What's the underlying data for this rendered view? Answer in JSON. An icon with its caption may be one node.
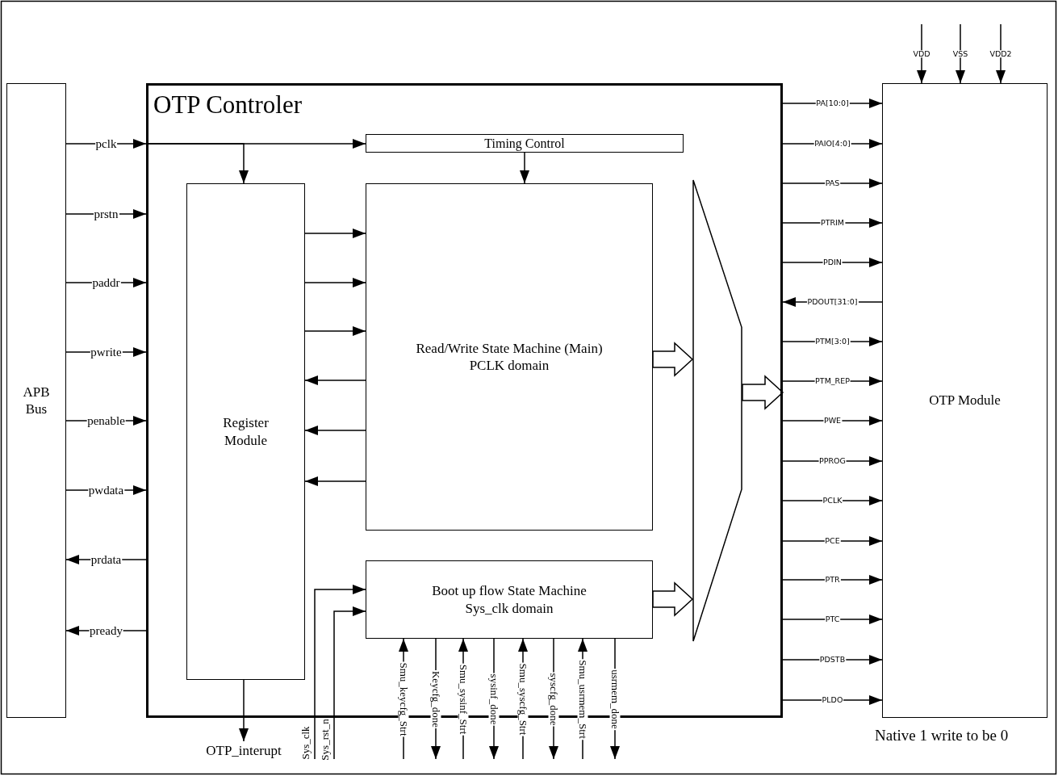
{
  "diagram": {
    "nodes": [
      {
        "text": [
          "APB Bus"
        ]
      },
      {
        "text": [
          "OTP Controler"
        ]
      },
      {
        "text": [
          "Timing Control"
        ],
        "in": 1
      },
      {
        "text": [
          "Register Module"
        ],
        "in": 1
      },
      {
        "text": [
          "Read/Write State Machine (Main) PCLK domain"
        ],
        "in": 1
      },
      {
        "text": [
          "Boot up flow State Machine Sys_clk domain"
        ],
        "in": 1
      },
      {
        "text": [],
        "shape": "trapezoid",
        "in": 1
      },
      {
        "text": [
          "OTP Module"
        ],
        "beside": [
          "Native 1 write to be 0"
        ]
      },
      {
        "text": [
          "OTP_interupt"
        ]
      }
    ],
    "edges": [
      {
        "from": 0,
        "to": 1,
        "arrow": "to",
        "label": "pclk"
      },
      {
        "from": 0,
        "to": 1,
        "arrow": "to",
        "label": "prstn"
      },
      {
        "from": 0,
        "to": 1,
        "arrow": "to",
        "label": "paddr"
      },
      {
        "from": 0,
        "to": 1,
        "arrow": "to",
        "label": "pwrite"
      },
      {
        "from": 0,
        "to": 1,
        "arrow": "to",
        "label": "penable"
      },
      {
        "from": 0,
        "to": 1,
        "arrow": "to",
        "label": "pwdata"
      },
      {
        "from": 1,
        "to": 0,
        "arrow": "to",
        "label": "prdata"
      },
      {
        "from": 1,
        "to": 0,
        "arrow": "to",
        "label": "pready"
      },
      {
        "from": 1,
        "to": 2,
        "arrow": "to"
      },
      {
        "from": 1,
        "to": 3,
        "arrow": "to"
      },
      {
        "from": 2,
        "to": 4,
        "arrow": "to"
      },
      {
        "from": 3,
        "to": 4,
        "arrow": "to"
      },
      {
        "from": 3,
        "to": 4,
        "arrow": "to"
      },
      {
        "from": 3,
        "to": 4,
        "arrow": "to"
      },
      {
        "from": 4,
        "to": 3,
        "arrow": "to"
      },
      {
        "from": 4,
        "to": 3,
        "arrow": "to"
      },
      {
        "from": 4,
        "to": 3,
        "arrow": "to"
      },
      {
        "from": 3,
        "to": 8,
        "arrow": "to"
      },
      {
        "from": null,
        "to": 5,
        "arrow": "to",
        "label": "Sys_clk"
      },
      {
        "from": null,
        "to": 5,
        "arrow": "to",
        "label": "Sys_rst_n"
      },
      {
        "from": null,
        "to": 5,
        "arrow": "to",
        "label": "Smu_keycfg_Strt"
      },
      {
        "from": 5,
        "to": null,
        "arrow": "to",
        "label": "Keycfg_done"
      },
      {
        "from": null,
        "to": 5,
        "arrow": "to",
        "label": "Smu_sysinf_Strt"
      },
      {
        "from": 5,
        "to": null,
        "arrow": "to",
        "label": "sysinf_done"
      },
      {
        "from": null,
        "to": 5,
        "arrow": "to",
        "label": "Smu_syscfg_Strt"
      },
      {
        "from": 5,
        "to": null,
        "arrow": "to",
        "label": "syscfg_done"
      },
      {
        "from": null,
        "to": 5,
        "arrow": "to",
        "label": "Smu_usrmem_Strt"
      },
      {
        "from": 5,
        "to": null,
        "arrow": "to",
        "label": "usrmem_done"
      },
      {
        "from": 4,
        "to": 6,
        "arrow": "to",
        "style": "thick"
      },
      {
        "from": 5,
        "to": 6,
        "arrow": "to",
        "style": "thick"
      },
      {
        "from": 6,
        "to": 1,
        "arrow": "to",
        "style": "thick"
      },
      {
        "from": 1,
        "to": 7,
        "arrow": "to",
        "label": "PA[10:0]"
      },
      {
        "from": 1,
        "to": 7,
        "arrow": "to",
        "label": "PAIO[4:0]"
      },
      {
        "from": 1,
        "to": 7,
        "arrow": "to",
        "label": "PAS"
      },
      {
        "from": 1,
        "to": 7,
        "arrow": "to",
        "label": "PTRIM"
      },
      {
        "from": 1,
        "to": 7,
        "arrow": "to",
        "label": "PDIN"
      },
      {
        "from": 7,
        "to": 1,
        "arrow": "to",
        "label": "PDOUT[31:0]"
      },
      {
        "from": 1,
        "to": 7,
        "arrow": "to",
        "label": "PTM[3:0]"
      },
      {
        "from": 1,
        "to": 7,
        "arrow": "to",
        "label": "PTM_REP"
      },
      {
        "from": 1,
        "to": 7,
        "arrow": "to",
        "label": "PWE"
      },
      {
        "from": 1,
        "to": 7,
        "arrow": "to",
        "label": "PPROG"
      },
      {
        "from": 1,
        "to": 7,
        "arrow": "to",
        "label": "PCLK"
      },
      {
        "from": 1,
        "to": 7,
        "arrow": "to",
        "label": "PCE"
      },
      {
        "from": 1,
        "to": 7,
        "arrow": "to",
        "label": "PTR"
      },
      {
        "from": 1,
        "to": 7,
        "arrow": "to",
        "label": "PTC"
      },
      {
        "from": 1,
        "to": 7,
        "arrow": "to",
        "label": "PDSTB"
      },
      {
        "from": 1,
        "to": 7,
        "arrow": "to",
        "label": "PLDO"
      },
      {
        "from": null,
        "to": 7,
        "arrow": "to",
        "label": "VDD"
      },
      {
        "from": null,
        "to": 7,
        "arrow": "to",
        "label": "VSS"
      },
      {
        "from": null,
        "to": 7,
        "arrow": "to",
        "label": "VDD2"
      }
    ]
  }
}
